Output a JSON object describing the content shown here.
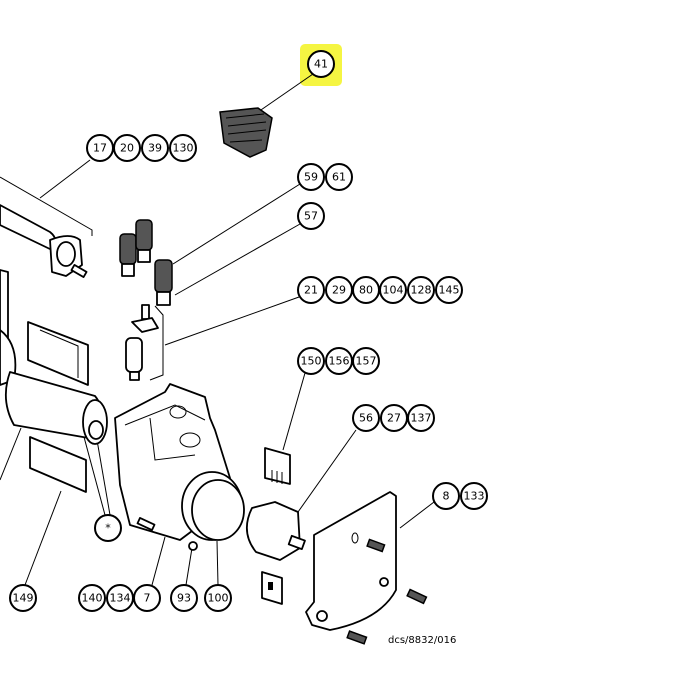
{
  "diagram": {
    "highlight_color": "#f5f542",
    "highlighted_part": "41",
    "callouts": {
      "c41": [
        "41"
      ],
      "c17": [
        "17",
        "20",
        "39",
        "130"
      ],
      "c59": [
        "59",
        "61"
      ],
      "c57": [
        "57"
      ],
      "c21": [
        "21",
        "29",
        "80",
        "104",
        "128",
        "145"
      ],
      "c150": [
        "150",
        "156",
        "157"
      ],
      "c56": [
        "56",
        "27",
        "137"
      ],
      "c8": [
        "8",
        "133"
      ],
      "cstar": [
        "*"
      ],
      "c149": [
        "149"
      ],
      "c140": [
        "140",
        "134",
        "7"
      ],
      "c93": [
        "93"
      ],
      "c100": [
        "100"
      ]
    },
    "drawing_ref": "dcs/8832/016"
  }
}
